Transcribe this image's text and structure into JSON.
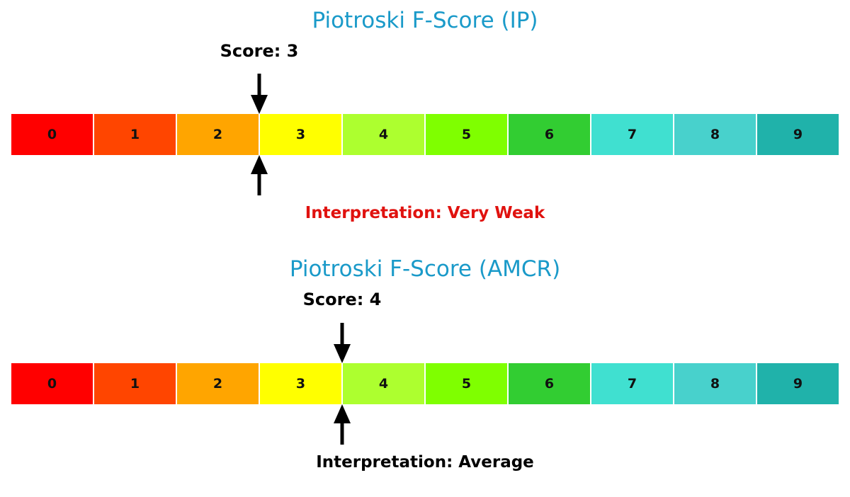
{
  "chart_data": [
    {
      "type": "gauge",
      "title": "Piotroski F-Score (IP)",
      "ticker": "IP",
      "score": 3,
      "score_label": "Score: 3",
      "interpretation": "Interpretation: Very Weak",
      "interpretation_color": "#e0120f",
      "scale": [
        0,
        1,
        2,
        3,
        4,
        5,
        6,
        7,
        8,
        9
      ],
      "segment_colors": [
        "#ff0000",
        "#ff4500",
        "#ffa500",
        "#ffff00",
        "#adff2f",
        "#7fff00",
        "#32cd32",
        "#40e0d0",
        "#48d1cc",
        "#20b2aa"
      ],
      "xlim": [
        0,
        10
      ]
    },
    {
      "type": "gauge",
      "title": "Piotroski F-Score (AMCR)",
      "ticker": "AMCR",
      "score": 4,
      "score_label": "Score: 4",
      "interpretation": "Interpretation: Average",
      "interpretation_color": "#000000",
      "scale": [
        0,
        1,
        2,
        3,
        4,
        5,
        6,
        7,
        8,
        9
      ],
      "segment_colors": [
        "#ff0000",
        "#ff4500",
        "#ffa500",
        "#ffff00",
        "#adff2f",
        "#7fff00",
        "#32cd32",
        "#40e0d0",
        "#48d1cc",
        "#20b2aa"
      ],
      "xlim": [
        0,
        10
      ]
    }
  ],
  "gauges": [
    {
      "title": "Piotroski F-Score (IP)",
      "score_label": "Score: 3",
      "interpretation": "Interpretation: Very Weak",
      "segments": [
        "0",
        "1",
        "2",
        "3",
        "4",
        "5",
        "6",
        "7",
        "8",
        "9"
      ]
    },
    {
      "title": "Piotroski F-Score (AMCR)",
      "score_label": "Score: 4",
      "interpretation": "Interpretation: Average",
      "segments": [
        "0",
        "1",
        "2",
        "3",
        "4",
        "5",
        "6",
        "7",
        "8",
        "9"
      ]
    }
  ],
  "colors": {
    "title": "#1a9ac9",
    "segments": [
      "#ff0000",
      "#ff4500",
      "#ffa500",
      "#ffff00",
      "#adff2f",
      "#7fff00",
      "#32cd32",
      "#40e0d0",
      "#48d1cc",
      "#20b2aa"
    ],
    "interp_very_weak": "#e0120f",
    "interp_average": "#000000"
  }
}
